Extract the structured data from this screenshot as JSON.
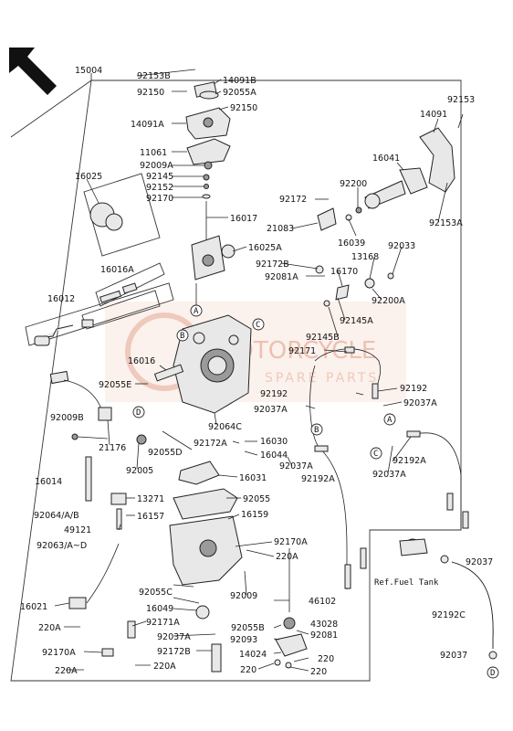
{
  "diagram": {
    "main_part": "15004",
    "reference_label": "Ref.Fuel Tank",
    "watermark": {
      "line1": "MOTORCYCLE",
      "line2": "SPARE PARTS"
    },
    "callouts": [
      "A",
      "B",
      "C",
      "D"
    ],
    "part_labels": [
      "92153B",
      "14091B",
      "92150",
      "92055A",
      "92150",
      "14091A",
      "11061",
      "92009A",
      "92145",
      "92152",
      "92170",
      "16025",
      "16017",
      "16025A",
      "16016A",
      "16012",
      "16016",
      "92055E",
      "92009B",
      "21176",
      "16014",
      "92005",
      "92055D",
      "92064C",
      "92172A",
      "16030",
      "16044",
      "16031",
      "13271",
      "92055",
      "92064/A/B",
      "16157",
      "49121",
      "92063/A~D",
      "16159",
      "92170A",
      "220A",
      "16021",
      "220A",
      "92009",
      "92055C",
      "16049",
      "92171A",
      "92037A",
      "92170A",
      "220A",
      "92172B",
      "220A",
      "46102",
      "43028",
      "92081",
      "92055B",
      "92093",
      "14024",
      "220",
      "220",
      "220",
      "92153",
      "14091",
      "16041",
      "92200",
      "92172",
      "21083",
      "16039",
      "13168",
      "92033",
      "92172B",
      "16170",
      "92081A",
      "92200A",
      "92145A",
      "92145B",
      "92171",
      "92192",
      "92037A",
      "92192",
      "92037A",
      "92037A",
      "92192A",
      "92192A",
      "92037A",
      "92037",
      "92192C",
      "92037",
      "92153A"
    ]
  }
}
